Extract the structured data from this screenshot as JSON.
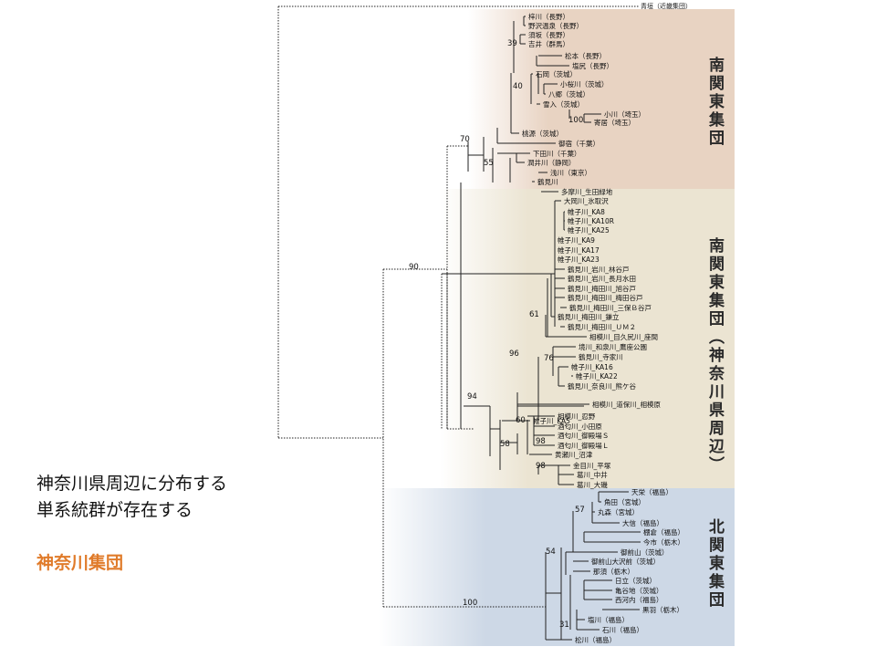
{
  "groups": {
    "south": "南関東集団",
    "kanagawa": "南関東集団（神奈川県周辺）",
    "north": "北関東集団"
  },
  "caption": {
    "line1": "神奈川県周辺に分布する",
    "line2": "単系統群が存在する"
  },
  "highlight": "神奈川集団",
  "colors": {
    "south_band": "#e8d3c2",
    "kanagawa_band": "#ebe4d2",
    "north_band": "#cdd8e6",
    "highlight": "#e07b2a"
  },
  "outgroup": "青垣（近畿集団）",
  "taxa": [
    "梓川（長野）",
    "野沢温泉（長野）",
    "須坂（長野）",
    "吉井（群馬）",
    "松本（長野）",
    "塩尻（長野）",
    "石岡（茨城）",
    "小桜川（茨城）",
    "八郷（茨城）",
    "雪入（茨城）",
    "小川（埼玉）",
    "寄居（埼玉）",
    "桃源（茨城）",
    "御宿（千葉）",
    "下田川（千葉）",
    "潤井川（静岡）",
    "浅川（東京）",
    "鶴見川",
    "多摩川_生田緑地",
    "大岡川_氷取沢",
    "帷子川_KA8",
    "帷子川_KA10R",
    "帷子川_KA25",
    "帷子川_KA9",
    "帷子川_KA17",
    "帷子川_KA23",
    "鶴見川_岩川_林谷戸",
    "鶴見川_岩川_長月水田",
    "鶴見川_梅田川_旭谷戸",
    "鶴見川_梅田川_梅田谷戸",
    "鶴見川_梅田川_三保Ｂ谷戸",
    "鶴見川_梅田川_鎌立",
    "鶴見川_梅田川_ＵＭ２",
    "相模川_目久尻川_座間",
    "境川_和泉川_鷹座公園",
    "鶴見川_寺家川",
    "帷子川_KA16",
    "帷子川_KA22",
    "鶴見川_奈良川_熊ケ谷",
    "帷子川_KA5",
    "相模川_道保川_相模原",
    "相模川_忍野",
    "酒匂川_小田原",
    "酒匂川_御殿場Ｓ",
    "酒匂川_御殿場Ｌ",
    "黄瀬川_沼津",
    "金目川_平塚",
    "葛川_中井",
    "葛川_大磯",
    "天栄（福島）",
    "角田（宮城）",
    "丸森（宮城）",
    "大信（福島）",
    "棚倉（福島）",
    "今市（栃木）",
    "御前山（茨城）",
    "御前山大沢前（茨城）",
    "那須（栃木）",
    "日立（茨城）",
    "亀谷地（茨城）",
    "西河内（福島）",
    "黒羽（栃木）",
    "塩川（福島）",
    "石川（福島）",
    "松川（福島）"
  ],
  "bootstrap": [
    "39",
    "40",
    "100",
    "70",
    "55",
    "90",
    "61",
    "96",
    "76",
    "94",
    "60",
    "98",
    "58",
    "98",
    "57",
    "54",
    "31",
    "100"
  ]
}
